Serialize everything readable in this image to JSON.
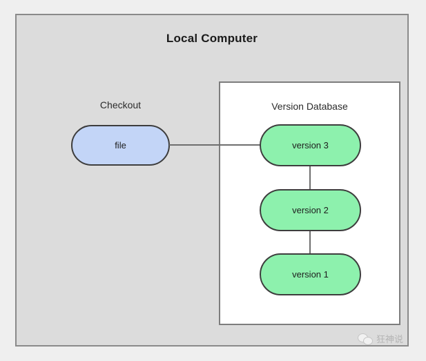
{
  "diagram": {
    "title": "Local Computer",
    "checkout": {
      "label": "Checkout",
      "node_label": "file"
    },
    "version_database": {
      "label": "Version Database",
      "versions": [
        {
          "label": "version 3"
        },
        {
          "label": "version 2"
        },
        {
          "label": "version 1"
        }
      ]
    }
  },
  "watermark": {
    "text": "狂神说",
    "icon": "wechat-icon"
  },
  "colors": {
    "page_background": "#efefef",
    "frame_background": "#dcdcdc",
    "frame_border": "#8a8a8a",
    "panel_background": "#ffffff",
    "panel_border": "#7d7d7d",
    "file_node_fill": "#c3d5f7",
    "version_node_fill": "#8df1ad",
    "node_border": "#3d3d3d",
    "connector": "#6e6e6e",
    "text": "#1a1a1a"
  }
}
